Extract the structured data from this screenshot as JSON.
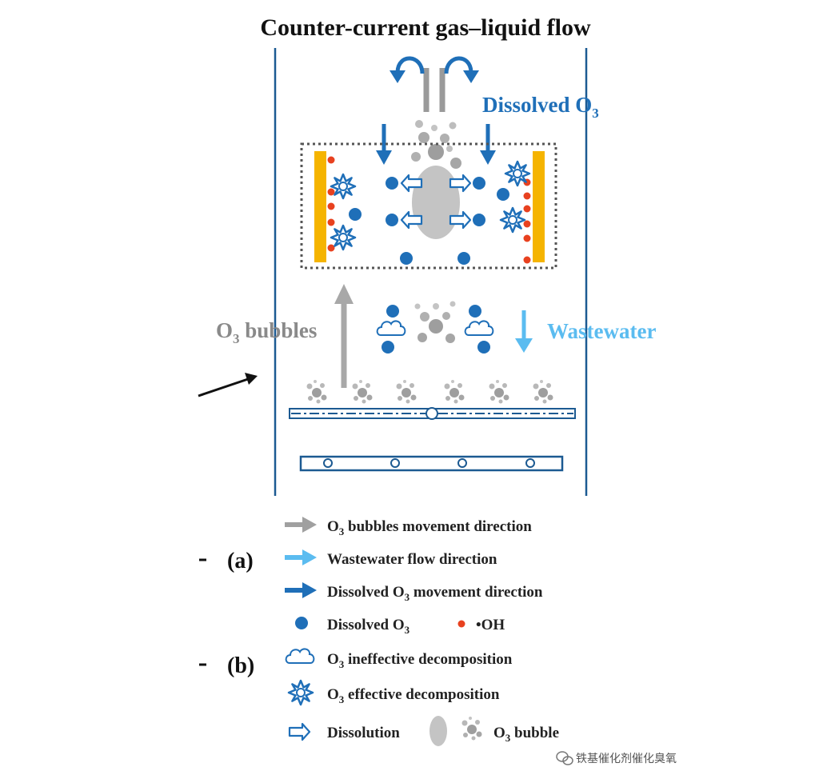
{
  "diagram": {
    "title": "Counter-current gas–liquid flow",
    "labels": {
      "dissolved_o3": {
        "text": "Dissolved O",
        "sub": "3"
      },
      "o3_bubbles": {
        "text": "O",
        "sub": "3",
        "tail": " bubbles"
      },
      "wastewater": "Wastewater"
    },
    "side_labels": {
      "a": "(a)",
      "b": "(b)"
    },
    "colors": {
      "dark_blue": "#1f6fb8",
      "light_blue": "#5bbcf0",
      "gray": "#a8a8a8",
      "red": "#e8411f",
      "electrode": "#f5b400",
      "outline": "#1c5a92"
    }
  },
  "legend": {
    "items": [
      {
        "id": "gray_arrow",
        "pre": "O",
        "sub": "3",
        "post": " bubbles movement direction"
      },
      {
        "id": "lightblue_arrow",
        "pre": "Wastewater flow direction",
        "sub": "",
        "post": ""
      },
      {
        "id": "blue_arrow",
        "pre": "Dissolved O",
        "sub": "3",
        "post": " movement direction"
      },
      {
        "id": "dissolved_dot",
        "pre": "Dissolved O",
        "sub": "3",
        "post": ""
      },
      {
        "id": "oh_dot",
        "pre": "•OH",
        "sub": "",
        "post": ""
      },
      {
        "id": "cloud",
        "pre": "O",
        "sub": "3",
        "post": " ineffective decomposition"
      },
      {
        "id": "star",
        "pre": "O",
        "sub": "3",
        "post": " effective decomposition"
      },
      {
        "id": "dissolution_arrow",
        "pre": "Dissolution",
        "sub": "",
        "post": ""
      },
      {
        "id": "bubble",
        "pre": "O",
        "sub": "3",
        "post": " bubble"
      }
    ]
  },
  "watermark": {
    "text": "铁基催化剂催化臭氧"
  }
}
